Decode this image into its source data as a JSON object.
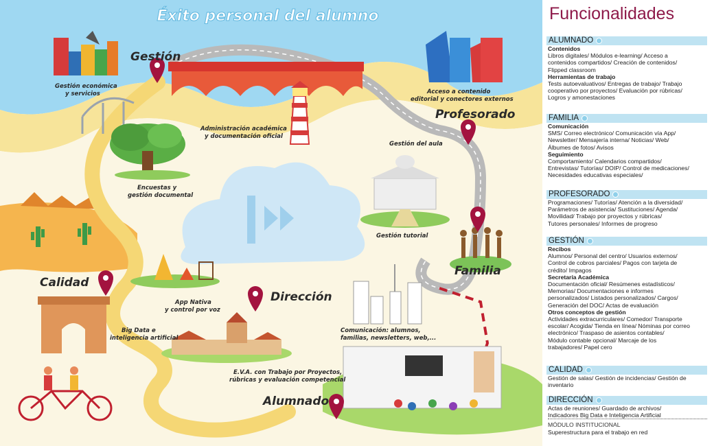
{
  "map": {
    "title": "Éxito personal del alumno",
    "labels": {
      "gestion": "Gestión",
      "profesorado": "Profesorado",
      "familia": "Familia",
      "calidad": "Calidad",
      "direccion": "Dirección",
      "alumnado": "Alumnado"
    },
    "captions": {
      "gestion_economica_1": "Gestión económica",
      "gestion_economica_2": "y servicios",
      "acceso_1": "Acceso a contenido",
      "acceso_2": "editorial y conectores externos",
      "administracion_1": "Administración académica",
      "administracion_2": "y documentación oficial",
      "gestion_aula": "Gestión del aula",
      "encuestas_1": "Encuestas y",
      "encuestas_2": "gestión documental",
      "gestion_tutorial": "Gestión tutorial",
      "app_1": "App Nativa",
      "app_2": "y control por voz",
      "bigdata_1": "Big Data e",
      "bigdata_2": "inteligencia artificial",
      "comunicacion_1": "Comunicación: alumnos,",
      "comunicacion_2": "familias, newsletters, web,...",
      "eva_1": "E.V.A. con Trabajo por Proyectos,",
      "eva_2": "rúbricas y evaluación competencial"
    }
  },
  "panel": {
    "title": "Funcionalidades",
    "sections": [
      {
        "heading": "ALUMNADO",
        "items": [
          {
            "subtitle": "Contenidos",
            "lines": [
              "Libros digitales/ Módulos e-learning/ Acceso a",
              "contenidos compartidos/ Creación de contenidos/",
              "Flipped classroom"
            ]
          },
          {
            "subtitle": "Herramientas de trabajo",
            "lines": [
              "Tests autoevaluativos/ Entregas de trabajo/ Trabajo",
              "cooperativo por proyectos/ Evaluación por rúbricas/",
              "Logros y amonestaciones"
            ]
          }
        ]
      },
      {
        "heading": "FAMILIA",
        "items": [
          {
            "subtitle": "Comunicación",
            "lines": [
              "SMS/ Correo electrónico/ Comunicación vía App/",
              "Newsletter/ Mensajería interna/ Noticias/ Web/",
              "Álbumes de fotos/ Avisos"
            ]
          },
          {
            "subtitle": "Seguimiento",
            "lines": [
              "Comportamiento/ Calendarios compartidos/",
              "Entrevistas/ Tutorías/ DOIP/ Control de medicaciones/",
              "Necesidades educativas especiales/"
            ]
          }
        ]
      },
      {
        "heading": "PROFESORADO",
        "items": [
          {
            "subtitle": "",
            "lines": [
              "Programaciones/ Tutorías/ Atención a la diversidad/",
              "Parámetros de asistencia/ Sustituciones/ Agenda/",
              "Movilidad/ Trabajo por proyectos y rúbricas/",
              "Tutores personales/ Informes de progreso"
            ]
          }
        ]
      },
      {
        "heading": "GESTIÓN",
        "items": [
          {
            "subtitle": "Recibos",
            "lines": [
              "Alumnos/ Personal del centro/ Usuarios externos/",
              "Control de cobros parciales/ Pagos con tarjeta de",
              "crédito/ Impagos"
            ]
          },
          {
            "subtitle": "Secretaría Académica",
            "lines": [
              "Documentación oficial/ Resúmenes estadísticos/",
              "Memorias/ Documentaciones e informes",
              "personalizados/ Listados personalizados/ Cargos/",
              "Generación del DOC/ Actas de evaluación"
            ]
          },
          {
            "subtitle": "Otros conceptos de gestión",
            "lines": [
              "Actividades extracurriculares/ Comedor/ Transporte",
              "escolar/ Acogida/ Tienda en línea/ Nóminas por correo",
              "electrónico/ Traspaso de asientos contables/",
              "Módulo contable opcional/ Marcaje de los",
              "trabajadores/ Papel cero"
            ]
          }
        ]
      },
      {
        "heading": "CALIDAD",
        "items": [
          {
            "subtitle": "",
            "lines": [
              "Gestión de salas/ Gestión de incidencias/ Gestión de",
              "inventario"
            ]
          }
        ]
      },
      {
        "heading": "DIRECCIÓN",
        "items": [
          {
            "subtitle": "",
            "lines": [
              "Actas de reuniones/ Guardado de archivos/",
              "Indicadores Big Data e Inteligencia Artificial"
            ]
          }
        ]
      }
    ],
    "modulo_title": "MÓDULO INSTITUCIONAL",
    "modulo_text": "Superestructura para el trabajo en red"
  },
  "colors": {
    "accent": "#8e1a4a",
    "section_bg": "#bfe3f2",
    "pin": "#a3133f",
    "river": "#8fd3ef",
    "road": "#b9b9b9"
  }
}
